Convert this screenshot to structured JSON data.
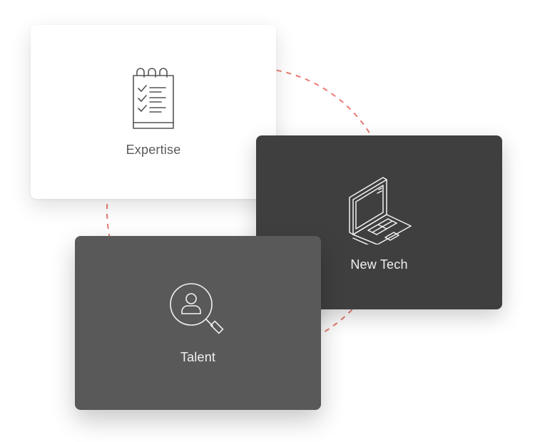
{
  "colors": {
    "ring": "#e87a72",
    "expertise_card": "#ffffff",
    "newtech_card": "#3f3f3f",
    "talent_card": "#595959"
  },
  "cards": [
    {
      "label": "Expertise",
      "icon": "notepad-checklist-icon"
    },
    {
      "label": "New Tech",
      "icon": "laptop-icon"
    },
    {
      "label": "Talent",
      "icon": "search-person-icon"
    }
  ]
}
